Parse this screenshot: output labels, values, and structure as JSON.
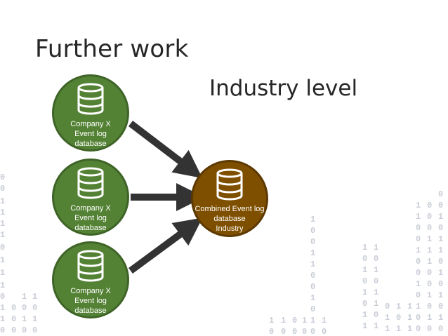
{
  "slide": {
    "title": "Further work",
    "subtitle": "Industry level"
  },
  "nodes": [
    {
      "label": "Company X\nEvent log\ndatabase",
      "icon": "database-icon",
      "color": "#548235"
    },
    {
      "label": "Company X\nEvent log\ndatabase",
      "icon": "database-icon",
      "color": "#548235"
    },
    {
      "label": "Company X\nEvent log\ndatabase",
      "icon": "database-icon",
      "color": "#548235"
    }
  ],
  "combined": {
    "label": "Combined Event log\ndatabase\nIndustry",
    "icon": "database-icon",
    "color": "#7f4f00"
  },
  "colors": {
    "arrow": "#333333",
    "digits": "#c9cdd6"
  }
}
